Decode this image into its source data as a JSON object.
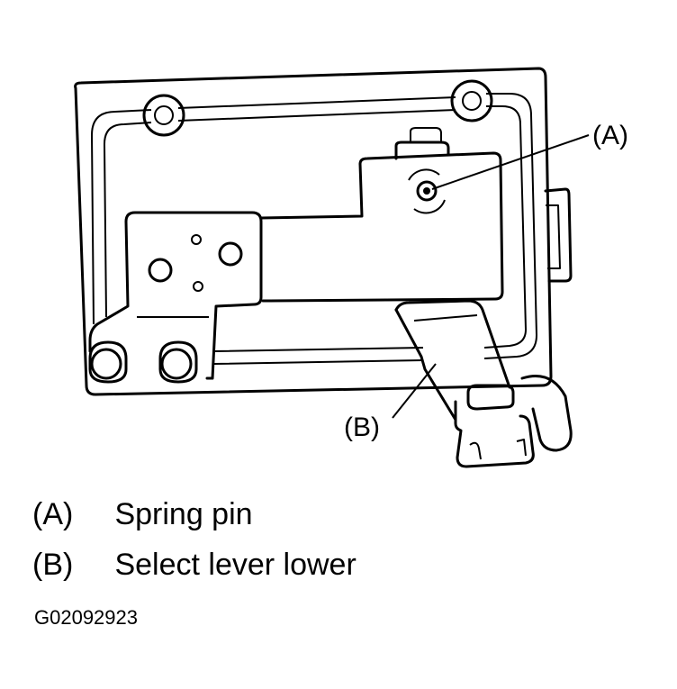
{
  "callouts": {
    "a": "(A)",
    "b": "(B)"
  },
  "legend": [
    {
      "key": "(A)",
      "label": "Spring pin"
    },
    {
      "key": "(B)",
      "label": "Select lever lower"
    }
  ],
  "figure_code": "G02092923"
}
